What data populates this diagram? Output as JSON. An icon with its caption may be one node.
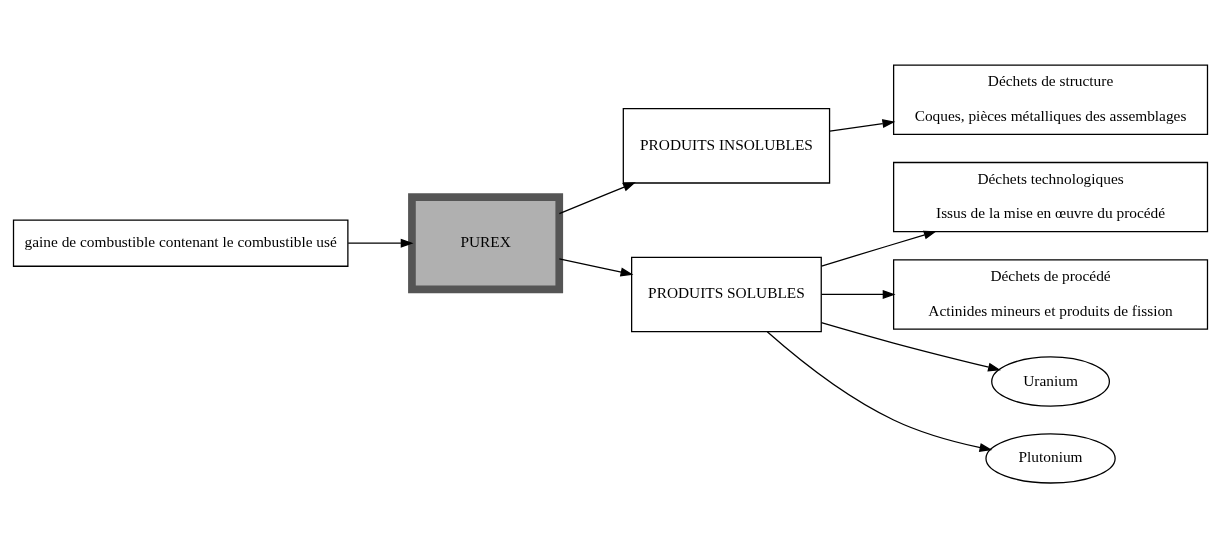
{
  "diagram": {
    "nodes": [
      {
        "text": [
          "gaine de combustible contenant le combustible usé"
        ]
      },
      {
        "text": [
          "PUREX"
        ]
      },
      {
        "text": [
          "PRODUITS INSOLUBLES"
        ]
      },
      {
        "text": [
          "PRODUITS SOLUBLES"
        ]
      },
      {
        "text": [
          "Déchets de structure",
          "Coques, pièces métalliques des assemblages"
        ]
      },
      {
        "text": [
          "Déchets technologiques",
          "Issus de la mise en œuvre du procédé"
        ]
      },
      {
        "text": [
          "Déchets de procédé",
          "Actinides mineurs et produits de fission"
        ]
      },
      {
        "text": [
          "Uranium"
        ]
      },
      {
        "text": [
          "Plutonium"
        ]
      }
    ],
    "edges": [
      {
        "from": 0,
        "to": 1,
        "arrow": "to"
      },
      {
        "from": 1,
        "to": 2,
        "arrow": "to"
      },
      {
        "from": 1,
        "to": 3,
        "arrow": "to"
      },
      {
        "from": 2,
        "to": 4,
        "arrow": "to"
      },
      {
        "from": 3,
        "to": 5,
        "arrow": "to"
      },
      {
        "from": 3,
        "to": 6,
        "arrow": "to"
      },
      {
        "from": 3,
        "to": 7,
        "arrow": "to"
      },
      {
        "from": 3,
        "to": 8,
        "arrow": "to"
      }
    ]
  }
}
